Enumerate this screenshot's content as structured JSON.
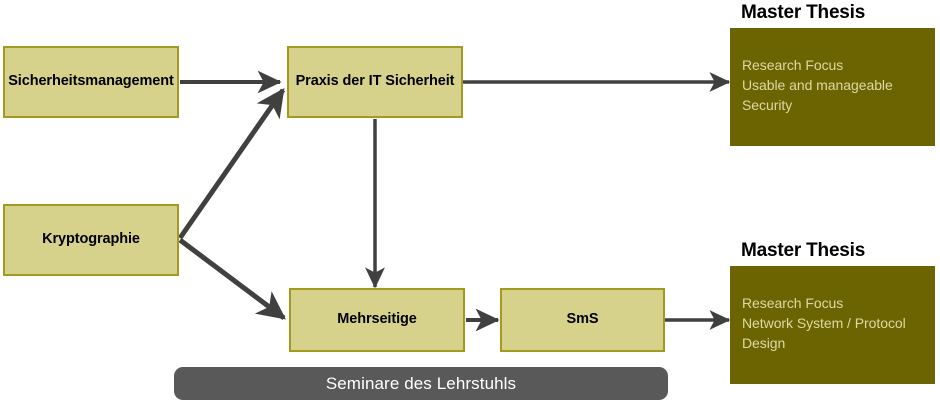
{
  "diagram": {
    "title": "Research and teaching structure diagram",
    "colors": {
      "node_fill": "#d6d28c",
      "node_border": "#a29b1f",
      "thesis_fill": "#6b6400",
      "thesis_text": "#ded9a4",
      "seminar_fill": "#595959",
      "arrow": "#404040",
      "background": "#ffffff"
    },
    "nodes": [
      {
        "id": "sicherheitsmanagement",
        "label": "Sicherheitsmanagement"
      },
      {
        "id": "kryptographie",
        "label": "Kryptographie"
      },
      {
        "id": "praxis",
        "label": "Praxis der IT Sicherheit"
      },
      {
        "id": "mehrseitige",
        "label": "Mehrseitige"
      },
      {
        "id": "sms",
        "label": "SmS"
      }
    ],
    "thesis_top": {
      "title": "Master Thesis",
      "body": "Research Focus\nUsable and manageable\nSecurity"
    },
    "thesis_bottom": {
      "title": "Master Thesis",
      "body": "Research Focus\nNetwork System / Protocol\nDesign"
    },
    "seminar_bar": {
      "label": "Seminare des Lehrstuhls"
    },
    "edges": [
      {
        "from": "sicherheitsmanagement",
        "to": "praxis"
      },
      {
        "from": "kryptographie",
        "to": "praxis"
      },
      {
        "from": "kryptographie",
        "to": "mehrseitige"
      },
      {
        "from": "praxis",
        "to": "thesis_top"
      },
      {
        "from": "praxis",
        "to": "mehrseitige"
      },
      {
        "from": "mehrseitige",
        "to": "sms"
      },
      {
        "from": "sms",
        "to": "thesis_bottom"
      }
    ]
  }
}
